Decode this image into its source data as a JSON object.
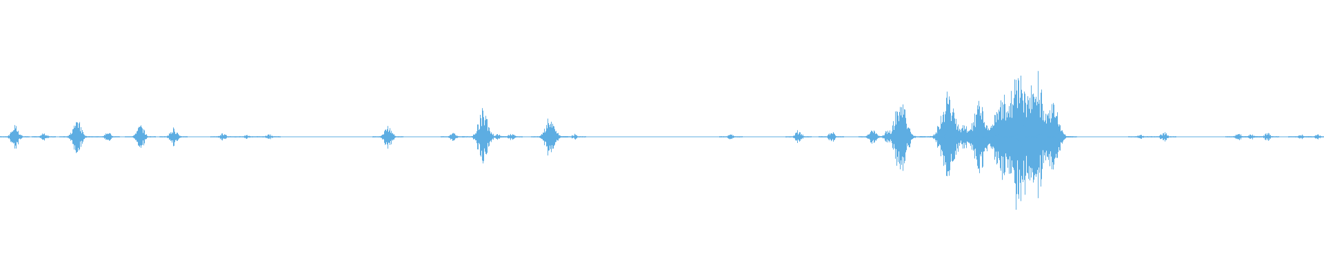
{
  "chart_data": {
    "type": "waveform",
    "x_range": [
      0,
      1000
    ],
    "y_range": [
      -1,
      1
    ],
    "grid": false,
    "color": "#5dade2",
    "bursts": [
      {
        "x": 11,
        "amp": 0.09
      },
      {
        "x": 33,
        "amp": 0.03
      },
      {
        "x": 58,
        "amp": 0.13
      },
      {
        "x": 81,
        "amp": 0.04
      },
      {
        "x": 106,
        "amp": 0.09
      },
      {
        "x": 131,
        "amp": 0.07
      },
      {
        "x": 168,
        "amp": 0.03
      },
      {
        "x": 186,
        "amp": 0.015
      },
      {
        "x": 203,
        "amp": 0.02
      },
      {
        "x": 293,
        "amp": 0.09
      },
      {
        "x": 342,
        "amp": 0.03
      },
      {
        "x": 365,
        "amp": 0.2
      },
      {
        "x": 376,
        "amp": 0.02
      },
      {
        "x": 386,
        "amp": 0.025
      },
      {
        "x": 415,
        "amp": 0.15
      },
      {
        "x": 419,
        "amp": 0.05
      },
      {
        "x": 434,
        "amp": 0.02
      },
      {
        "x": 552,
        "amp": 0.02
      },
      {
        "x": 603,
        "amp": 0.05
      },
      {
        "x": 628,
        "amp": 0.04
      },
      {
        "x": 659,
        "amp": 0.07
      },
      {
        "x": 670,
        "amp": 0.05
      },
      {
        "x": 680,
        "amp": 0.28
      },
      {
        "x": 716,
        "amp": 0.34
      },
      {
        "x": 719,
        "amp": 0.13
      },
      {
        "x": 728,
        "amp": 0.1
      },
      {
        "x": 740,
        "amp": 0.28
      },
      {
        "x": 756,
        "amp": 0.34
      },
      {
        "x": 769,
        "amp": 0.54
      },
      {
        "x": 782,
        "amp": 0.45
      },
      {
        "x": 794,
        "amp": 0.29
      },
      {
        "x": 801,
        "amp": 0.05
      },
      {
        "x": 861,
        "amp": 0.02
      },
      {
        "x": 879,
        "amp": 0.04
      },
      {
        "x": 935,
        "amp": 0.03
      },
      {
        "x": 945,
        "amp": 0.02
      },
      {
        "x": 957,
        "amp": 0.03
      },
      {
        "x": 982,
        "amp": 0.02
      },
      {
        "x": 995,
        "amp": 0.02
      }
    ]
  }
}
